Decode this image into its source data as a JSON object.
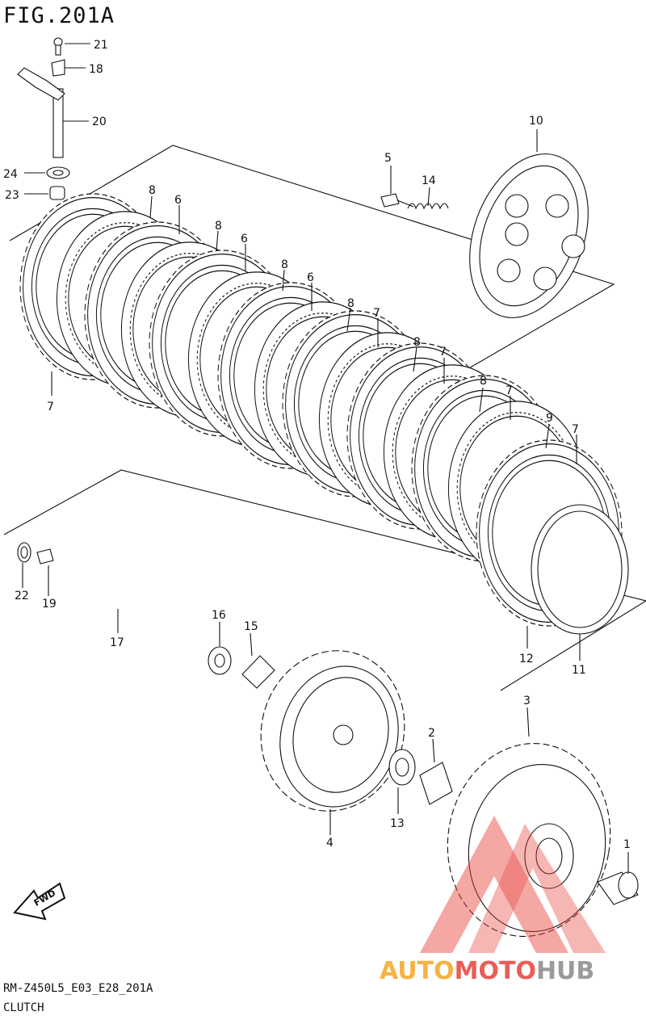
{
  "figure": {
    "title": "FIG.201A",
    "model_code": "RM-Z450L5_E03_E28_201A",
    "section_name": "CLUTCH"
  },
  "fwd_badge": {
    "label": "FWD"
  },
  "watermark": {
    "brand_part1": "AUTO",
    "brand_part2": "MOTO",
    "brand_part3": "HUB",
    "color_orange": "#f5a623",
    "color_red": "#e8413a",
    "color_grey": "#8a8a8a"
  },
  "callouts": [
    {
      "id": "c21",
      "label": "21"
    },
    {
      "id": "c18",
      "label": "18"
    },
    {
      "id": "c20",
      "label": "20"
    },
    {
      "id": "c24",
      "label": "24"
    },
    {
      "id": "c23",
      "label": "23"
    },
    {
      "id": "c10",
      "label": "10"
    },
    {
      "id": "c5",
      "label": "5"
    },
    {
      "id": "c14",
      "label": "14"
    },
    {
      "id": "c8a",
      "label": "8"
    },
    {
      "id": "c6a",
      "label": "6"
    },
    {
      "id": "c8b",
      "label": "8"
    },
    {
      "id": "c6b",
      "label": "6"
    },
    {
      "id": "c8c",
      "label": "8"
    },
    {
      "id": "c6c",
      "label": "6"
    },
    {
      "id": "c8d",
      "label": "8"
    },
    {
      "id": "c7a",
      "label": "7"
    },
    {
      "id": "c8e",
      "label": "8"
    },
    {
      "id": "c7b",
      "label": "7"
    },
    {
      "id": "c8f",
      "label": "8"
    },
    {
      "id": "c7c",
      "label": "7"
    },
    {
      "id": "c9",
      "label": "9"
    },
    {
      "id": "c7d",
      "label": "7"
    },
    {
      "id": "c7e",
      "label": "7"
    },
    {
      "id": "c22",
      "label": "22"
    },
    {
      "id": "c19",
      "label": "19"
    },
    {
      "id": "c16",
      "label": "16"
    },
    {
      "id": "c15",
      "label": "15"
    },
    {
      "id": "c17",
      "label": "17"
    },
    {
      "id": "c12",
      "label": "12"
    },
    {
      "id": "c11",
      "label": "11"
    },
    {
      "id": "c3",
      "label": "3"
    },
    {
      "id": "c2",
      "label": "2"
    },
    {
      "id": "c13",
      "label": "13"
    },
    {
      "id": "c4",
      "label": "4"
    },
    {
      "id": "c1",
      "label": "1"
    }
  ]
}
